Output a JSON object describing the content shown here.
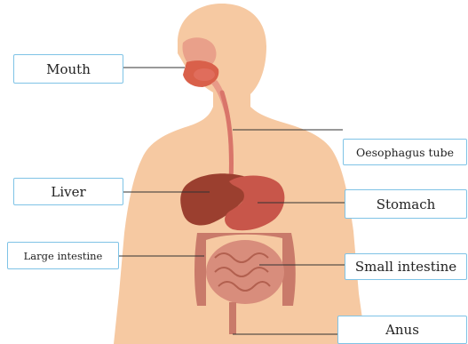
{
  "labels": {
    "mouth": "Mouth",
    "oesophagus": "Oesophagus tube",
    "liver": "Liver",
    "stomach": "Stomach",
    "large_intestine": "Large intestine",
    "small_intestine": "Small intestine",
    "anus": "Anus"
  },
  "colors": {
    "skin": "#f6c9a2",
    "label_border": "#7fc3e6",
    "leader_line": "#333333",
    "liver": "#9b3f2f",
    "stomach": "#c8564a",
    "intestine": "#c97a6a"
  }
}
